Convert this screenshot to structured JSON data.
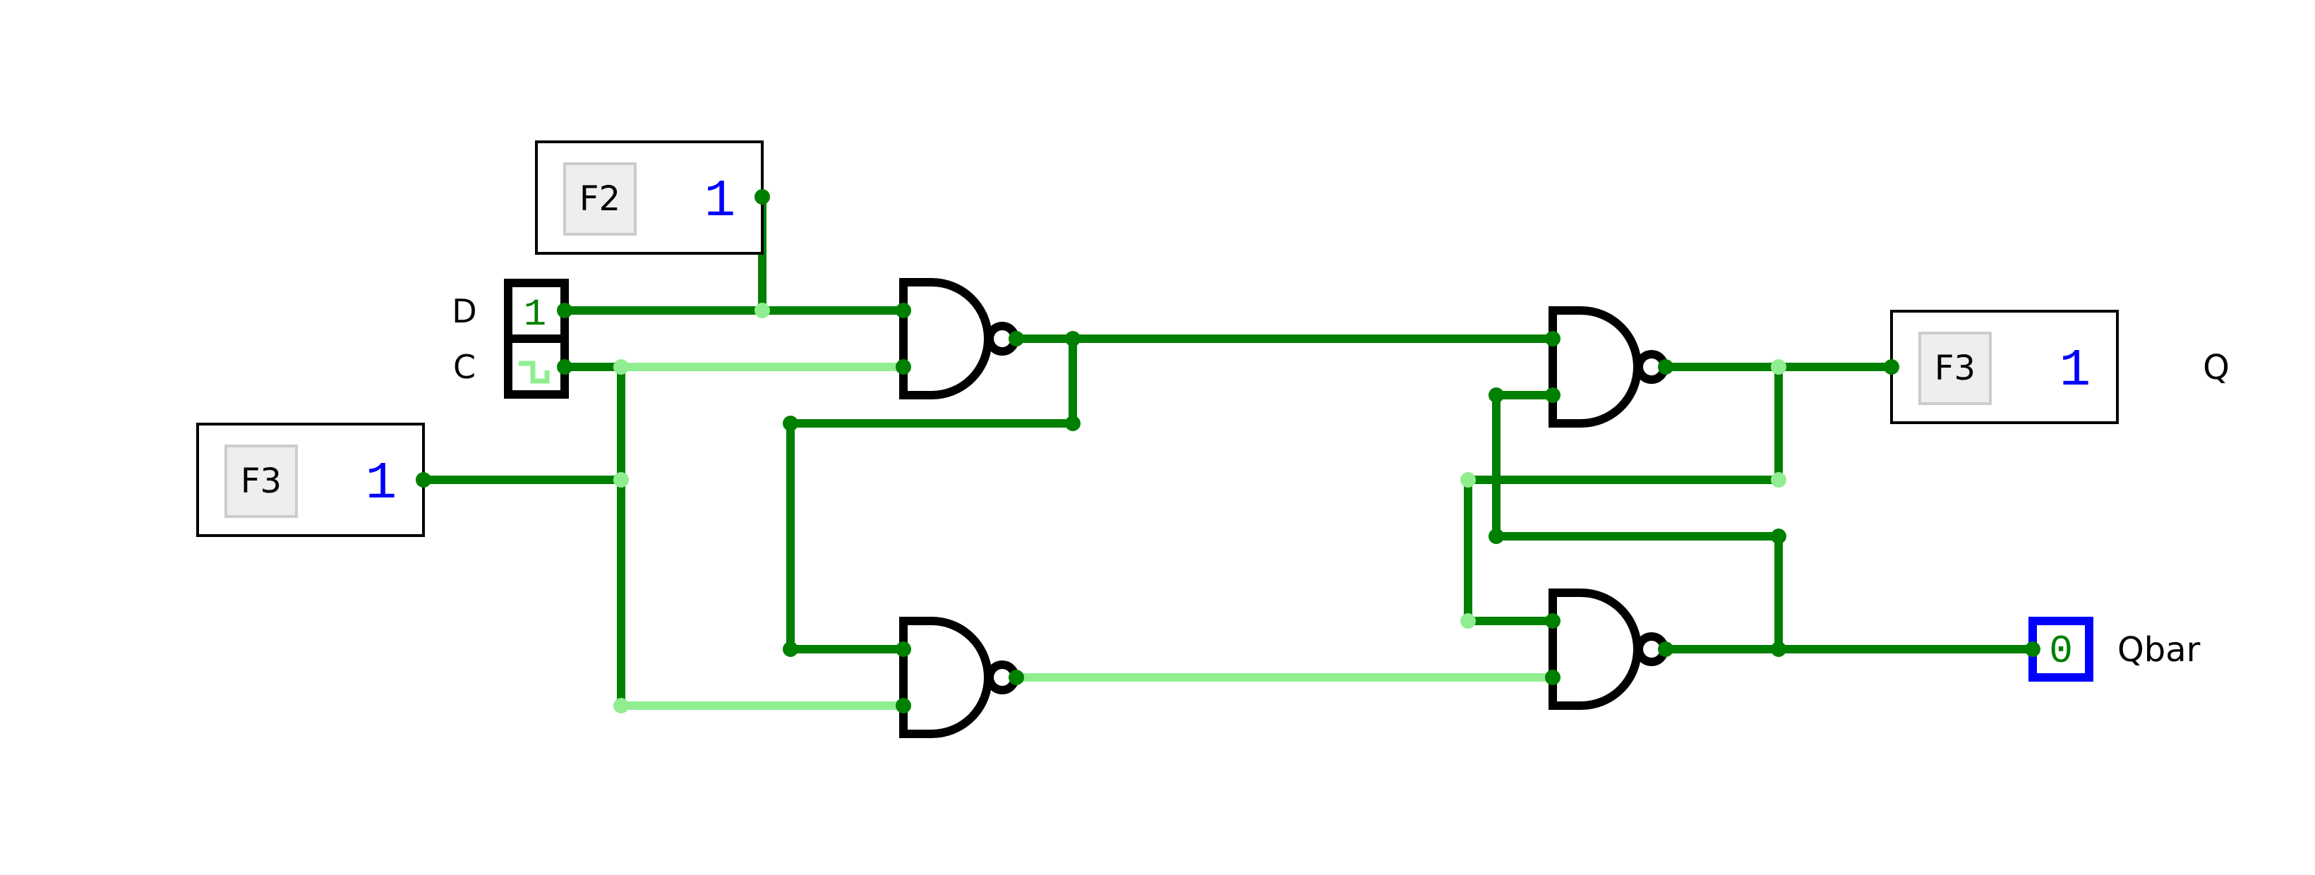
{
  "colors": {
    "wire_high": "#008000",
    "wire_low": "#90ee90",
    "gate_stroke": "#000000",
    "key_value": "#0000ff",
    "probe_border": "#0000ff",
    "probe_value": "#008000",
    "key_bg": "#eeeeee",
    "key_border": "#cccccc"
  },
  "inputs": {
    "d_label": "D",
    "d_value": "1",
    "c_label": "C",
    "clock_icon": "clock-waveform-icon"
  },
  "keys": [
    {
      "id": "key-f2",
      "key": "F2",
      "value": "1"
    },
    {
      "id": "key-f3-left",
      "key": "F3",
      "value": "1"
    },
    {
      "id": "key-f3-right",
      "key": "F3",
      "value": "1"
    }
  ],
  "outputs": {
    "q_label": "Q",
    "qbar_label": "Qbar",
    "qbar_value": "0"
  },
  "gates": [
    {
      "id": "nand-1",
      "type": "NAND"
    },
    {
      "id": "nand-2",
      "type": "NAND"
    },
    {
      "id": "nand-3",
      "type": "NAND"
    },
    {
      "id": "nand-4",
      "type": "NAND"
    }
  ]
}
